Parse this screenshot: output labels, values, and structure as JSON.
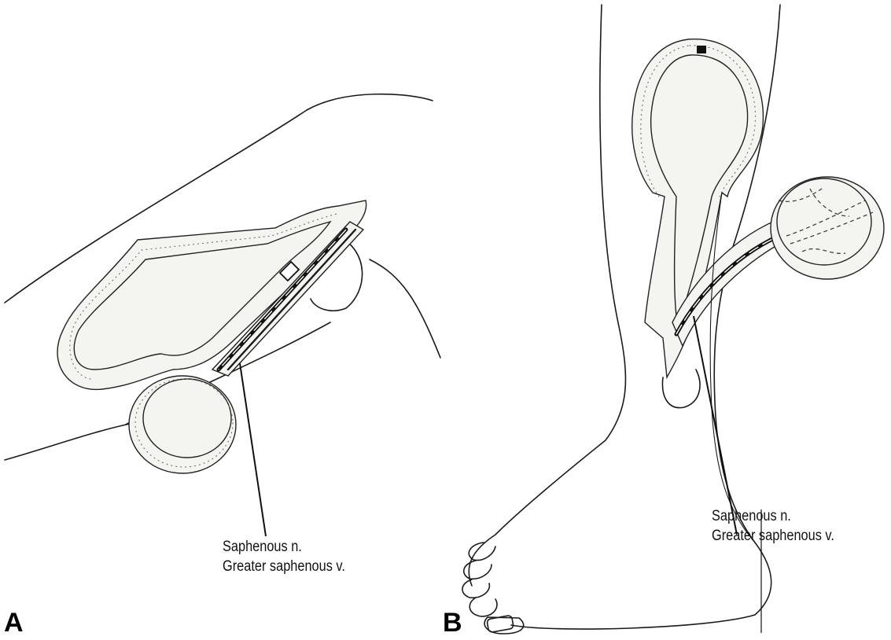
{
  "panels": [
    {
      "letter": "A",
      "labels": {
        "nerve": "Saphenous n.",
        "vein": "Greater saphenous v."
      }
    },
    {
      "letter": "B",
      "labels": {
        "nerve": "Saphenous n.",
        "vein": "Greater saphenous v."
      }
    }
  ]
}
